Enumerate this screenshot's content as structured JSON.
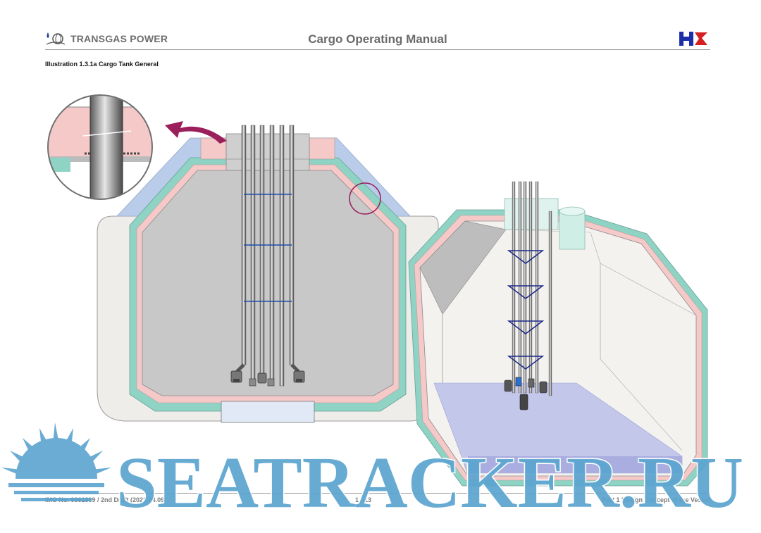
{
  "header": {
    "company": "TRANSGAS POWER",
    "title": "Cargo Operating Manual"
  },
  "illustration": {
    "title": "Illustration 1.3.1a Cargo Tank General"
  },
  "footer": {
    "left": "IMO No. 9861809 / 2nd Draft (2021.04.09)",
    "center": "1 - 13",
    "right": "Part 1 Design Concept of the Vessel"
  },
  "watermark": {
    "text": "SEATRACKER.RU"
  },
  "colors": {
    "membrane": "#8fd3c4",
    "insulation_pink": "#f6c9c9",
    "hull_inner": "#b9cdea",
    "tank_interior": "#c8c8c8",
    "hull_outer": "#efedea",
    "lng_liquid": "#c3c7ea",
    "watermark": "#5aa4cf",
    "accent_arrow": "#9b1f5b"
  }
}
